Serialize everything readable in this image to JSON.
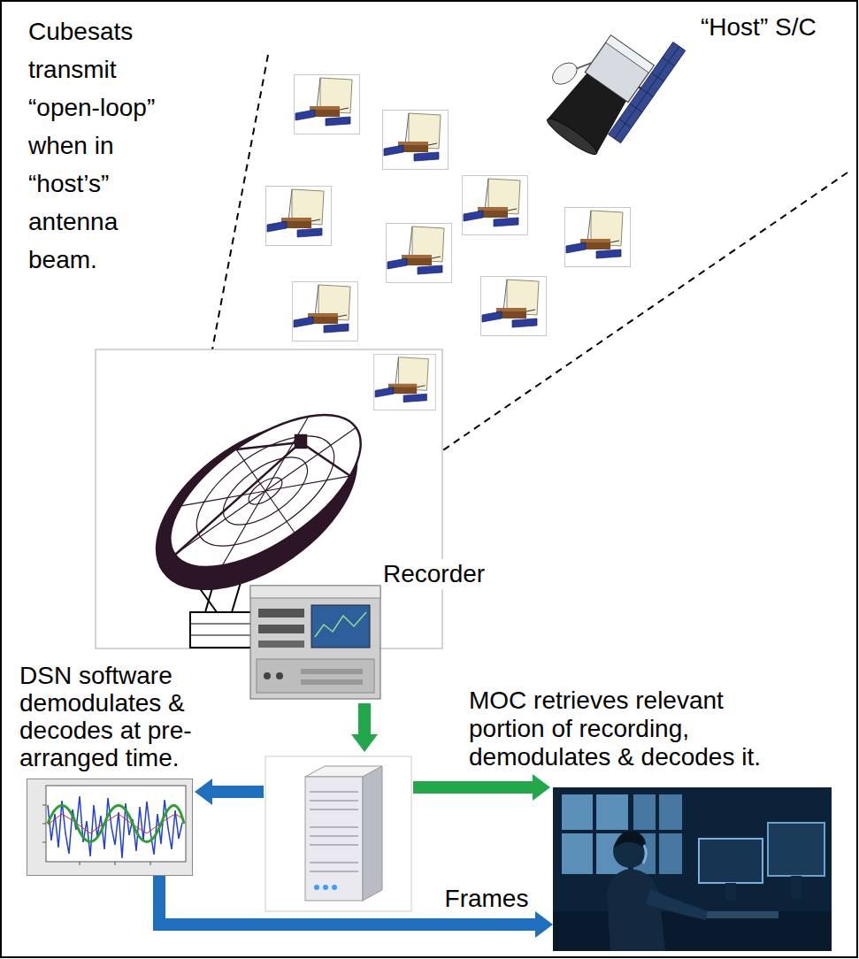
{
  "diagram": {
    "nodes": [
      {
        "text": [
          "DSN software demodulates & decodes at pre-arranged time."
        ]
      },
      {
        "text": [
          "MOC retrieves relevant portion of recording, demodulates & decodes it."
        ]
      }
    ],
    "edges": [
      {
        "from": 0,
        "to": 1,
        "arrow": "to",
        "label": "Frames"
      }
    ],
    "labels": [
      "Cubesats transmit “open-loop” when in “host’s” antenna beam.",
      "“Host” S/C",
      "Recorder"
    ]
  }
}
